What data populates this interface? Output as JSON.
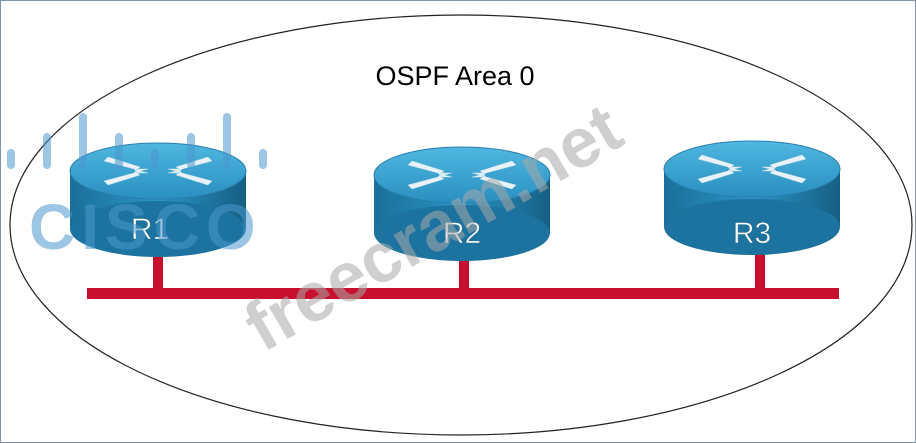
{
  "diagram": {
    "area_label": "OSPF Area 0",
    "routers": [
      {
        "label": "R1"
      },
      {
        "label": "R2"
      },
      {
        "label": "R3"
      }
    ],
    "link_color": "#c8102e",
    "router_color": "#1f86b5"
  },
  "watermarks": {
    "logo": "CISCO",
    "site": "freecram.net"
  }
}
